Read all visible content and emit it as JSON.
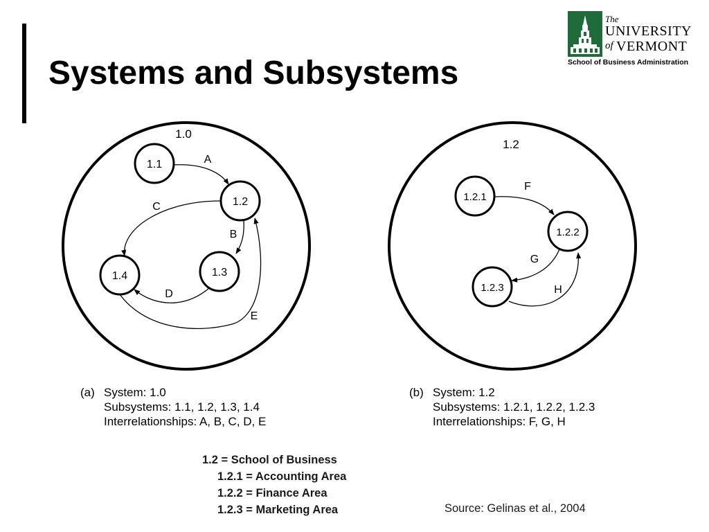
{
  "slide": {
    "title": "Systems and Subsystems",
    "accent_color": "#000000"
  },
  "logo": {
    "the": "The",
    "line1": "UNIVERSITY",
    "of": "of",
    "line2": "VERMONT",
    "school": "School of Business Administration",
    "brand_color": "#1f6b3a",
    "icon": "building-tower-icon"
  },
  "diagram_a": {
    "system_label": "1.0",
    "nodes": [
      "1.1",
      "1.2",
      "1.3",
      "1.4"
    ],
    "relationships": [
      "A",
      "B",
      "C",
      "D",
      "E"
    ],
    "caption": {
      "tag": "(a)",
      "line1": "System: 1.0",
      "line2": "Subsystems: 1.1, 1.2, 1.3, 1.4",
      "line3": "Interrelationships: A, B, C, D, E"
    }
  },
  "diagram_b": {
    "system_label": "1.2",
    "nodes": [
      "1.2.1",
      "1.2.2",
      "1.2.3"
    ],
    "relationships": [
      "F",
      "G",
      "H"
    ],
    "caption": {
      "tag": "(b)",
      "line1": "System: 1.2",
      "line2": "Subsystems: 1.2.1, 1.2.2, 1.2.3",
      "line3": "Interrelationships: F, G, H"
    }
  },
  "legend": {
    "main": "1.2 = School of Business",
    "items": [
      "1.2.1 = Accounting Area",
      "1.2.2 = Finance Area",
      "1.2.3 = Marketing Area"
    ]
  },
  "source": "Source: Gelinas et al., 2004"
}
